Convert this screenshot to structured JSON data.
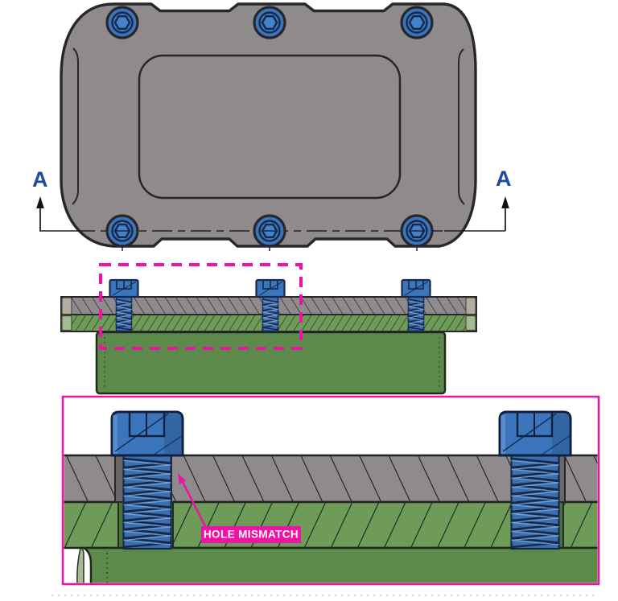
{
  "annotations": {
    "section_label_left": "A",
    "section_label_right": "A",
    "callout_label": "HOLE MISMATCH"
  },
  "views": {
    "top_view_bolt_count": 6,
    "section_view_bolt_count": 3,
    "detail_view_bolt_count": 2
  },
  "colors": {
    "background": "#FFFFFF",
    "plate_gray": "#8F8A8B",
    "flange_green": "#6E9C58",
    "body_green": "#5C8A4A",
    "bolt_blue": "#3B76BC",
    "bolt_blue_light": "#4583C9",
    "bolt_navy": "#16294A",
    "thread_blue": "#3A6FB0",
    "thread_highlight": "#82ABDB",
    "outline_dark": "#26262B",
    "magenta": "#EE13A4",
    "callout_text": "#FFFFFF",
    "section_letter_blue": "#2149A0",
    "hole_shadow_gray": "#6B6768",
    "hole_shadow_green": "#47703A",
    "endcap_tan": "#B3AFA0",
    "endcap_light_green": "#A3BC90"
  }
}
